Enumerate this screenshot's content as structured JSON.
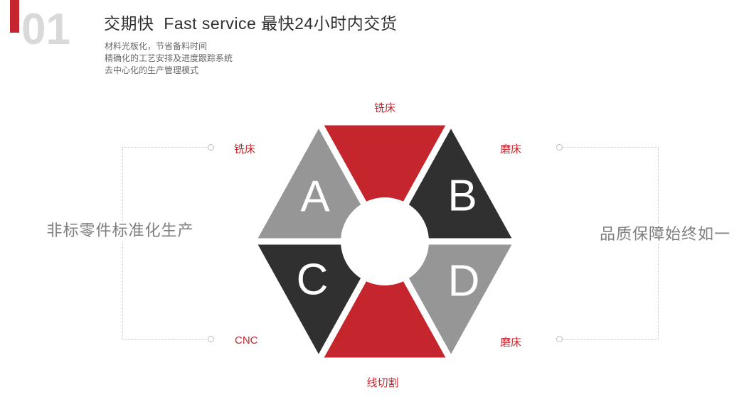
{
  "colors": {
    "red": "#c5262e",
    "dark": "#303030",
    "gray": "#969696",
    "index_gray": "#d9d9d9",
    "caption_gray": "#7f7f7f",
    "dotted_line": "#cccccc"
  },
  "header": {
    "index": "01",
    "title": "交期快  Fast service 最快24小时内交货",
    "subtitles": [
      "材料光板化，节省备料时间",
      "精确化的工艺安排及进度跟踪系统",
      "去中心化的生产管理模式"
    ]
  },
  "diagram": {
    "letters": {
      "a": "A",
      "b": "B",
      "c": "C",
      "d": "D"
    },
    "callouts": {
      "top": "铣床",
      "upper_left": "铣床",
      "upper_right": "磨床",
      "lower_left": "CNC",
      "lower_right": "磨床",
      "bottom": "线切割"
    },
    "left_caption": "非标零件标准化生产",
    "right_caption": "品质保障始终如一",
    "segments": [
      {
        "position": "top",
        "color": "red",
        "letter": ""
      },
      {
        "position": "upper-left",
        "color": "gray",
        "letter": "A"
      },
      {
        "position": "upper-right",
        "color": "dark",
        "letter": "B"
      },
      {
        "position": "lower-left",
        "color": "dark",
        "letter": "C"
      },
      {
        "position": "lower-right",
        "color": "gray",
        "letter": "D"
      },
      {
        "position": "bottom",
        "color": "red",
        "letter": ""
      }
    ]
  }
}
